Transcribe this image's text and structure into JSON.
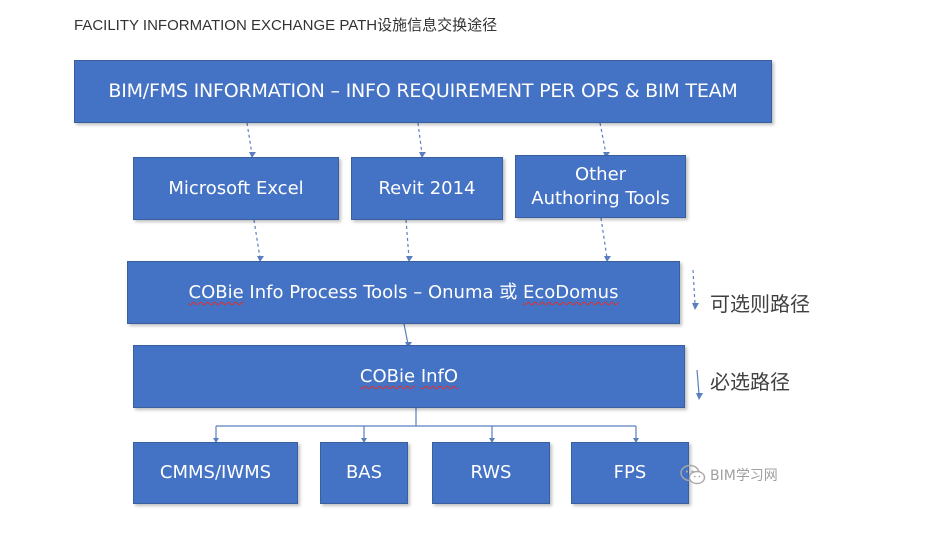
{
  "page": {
    "title": "FACILITY INFORMATION EXCHANGE PATH设施信息交换途径"
  },
  "diagram": {
    "top": {
      "label": "BIM/FMS INFORMATION – INFO REQUIREMENT PER OPS &  BIM TEAM"
    },
    "tools": {
      "excel": "Microsoft Excel",
      "revit": "Revit 2014",
      "other": "Other Authoring Tools"
    },
    "process": {
      "cobie": "COBie",
      "middle": " Info Process Tools – Onuma 或 ",
      "ecodomus": "EcoDomus"
    },
    "info": {
      "cobie": "COBie",
      "space": " ",
      "infofo": "InfO"
    },
    "systems": {
      "cmms": "CMMS/IWMS",
      "bas": "BAS",
      "rws": "RWS",
      "fps": "FPS"
    },
    "side": {
      "optional": "可选则路径",
      "required": "必选路径"
    },
    "watermark": "BIM学习网",
    "colors": {
      "box_fill": "#4472c4",
      "box_text": "#ffffff",
      "connector": "#5a7fc0",
      "spellcheck": "#e03030"
    }
  }
}
